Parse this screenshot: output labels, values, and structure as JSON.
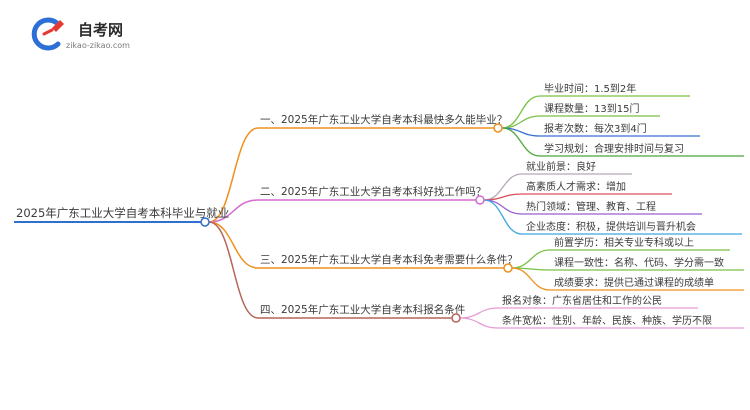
{
  "logo": {
    "name": "自考网",
    "domain": "zikao-zikao.com"
  },
  "root": {
    "label": "2025年广东工业大学自考本科毕业与就业"
  },
  "branches": [
    {
      "label": "一、2025年广东工业大学自考本科最快多久能毕业？",
      "color": "#f0901e",
      "leaves": [
        {
          "label": "毕业时间：1.5到2年",
          "color": "#79c143"
        },
        {
          "label": "课程数量：13到15门",
          "color": "#79c143"
        },
        {
          "label": "报考次数：每次3到4门",
          "color": "#3b6fd4"
        },
        {
          "label": "学习规划：合理安排时间与复习",
          "color": "#4ca83b"
        }
      ]
    },
    {
      "label": "二、2025年广东工业大学自考本科好找工作吗？",
      "color": "#d66ad0",
      "leaves": [
        {
          "label": "就业前景：良好",
          "color": "#b5a9b8"
        },
        {
          "label": "高素质人才需求：增加",
          "color": "#d9525c"
        },
        {
          "label": "热门领域：管理、教育、工程",
          "color": "#9a5fd0"
        },
        {
          "label": "企业态度：积极，提供培训与晋升机会",
          "color": "#3fa6e0"
        }
      ]
    },
    {
      "label": "三、2025年广东工业大学自考本科免考需要什么条件？",
      "color": "#f0901e",
      "leaves": [
        {
          "label": "前置学历：相关专业专科或以上",
          "color": "#79c143"
        },
        {
          "label": "课程一致性：名称、代码、学分需一致",
          "color": "#79c143"
        },
        {
          "label": "成绩要求：提供已通过课程的成绩单",
          "color": "#f0901e"
        }
      ]
    },
    {
      "label": "四、2025年广东工业大学自考本科报名条件",
      "color": "#b5655a",
      "leaves": [
        {
          "label": "报名对象：广东省居住和工作的公民",
          "color": "#e89ad5"
        },
        {
          "label": "条件宽松：性别、年龄、民族、种族、学历不限",
          "color": "#e89ad5"
        }
      ]
    }
  ]
}
